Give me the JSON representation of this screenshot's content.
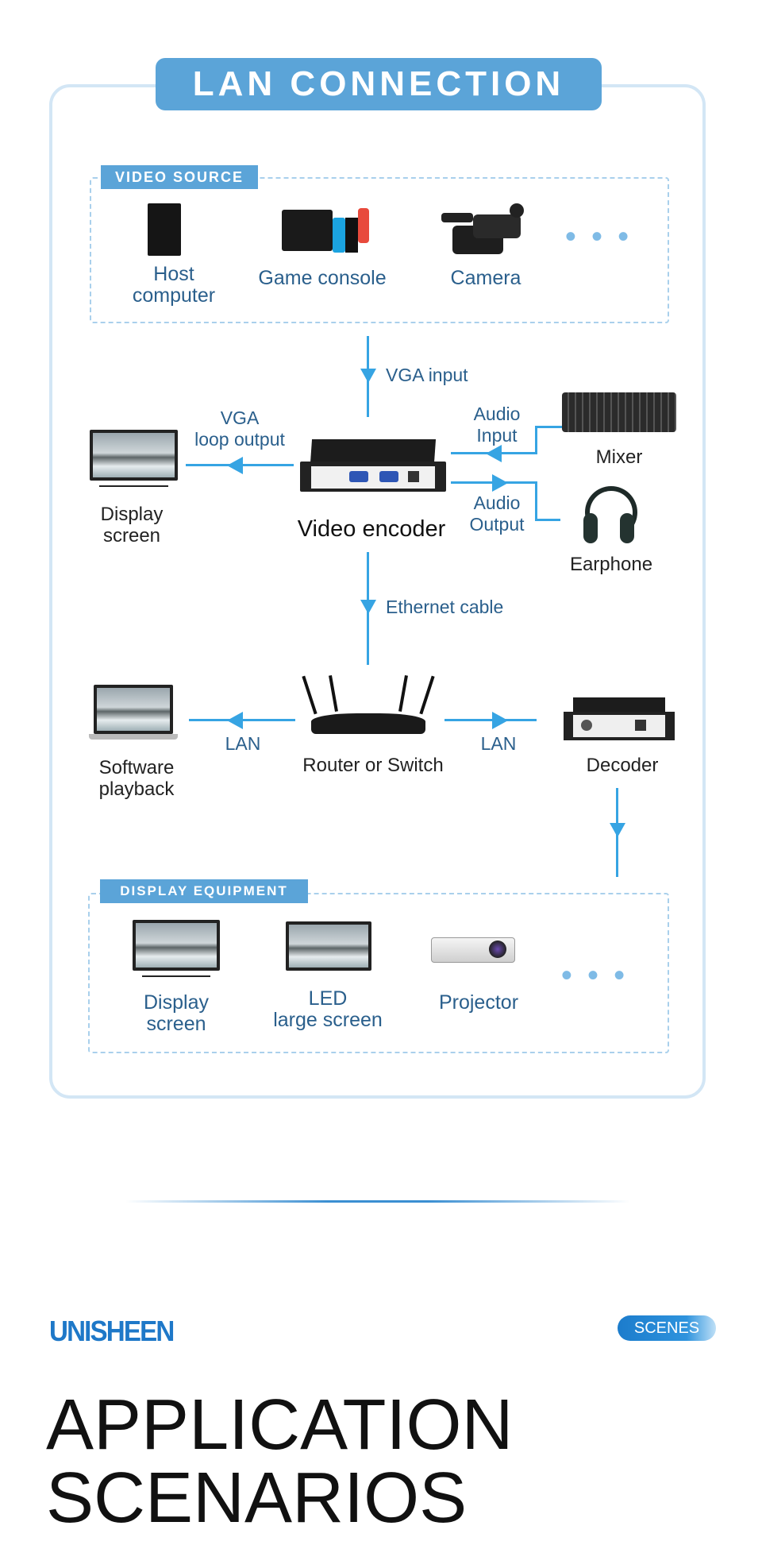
{
  "banner": {
    "title": "LAN CONNECTION"
  },
  "video_source": {
    "tag": "VIDEO SOURCE",
    "items": [
      {
        "label_1": "Host",
        "label_2": "computer"
      },
      {
        "label": "Game console"
      },
      {
        "label": "Camera"
      }
    ],
    "more": "• • •"
  },
  "flow": {
    "vga_input": "VGA input",
    "vga_loop_1": "VGA",
    "vga_loop_2": "loop output",
    "audio_input_1": "Audio",
    "audio_input_2": "Input",
    "audio_output_1": "Audio",
    "audio_output_2": "Output",
    "ethernet": "Ethernet cable",
    "lan_left": "LAN",
    "lan_right": "LAN"
  },
  "devices": {
    "display_1": "Display",
    "display_2": "screen",
    "encoder": "Video encoder",
    "mixer": "Mixer",
    "earphone": "Earphone",
    "laptop_1": "Software",
    "laptop_2": "playback",
    "router": "Router or Switch",
    "decoder": "Decoder"
  },
  "display_equipment": {
    "tag": "DISPLAY EQUIPMENT",
    "items": [
      {
        "label_1": "Display",
        "label_2": "screen"
      },
      {
        "label_1": "LED",
        "label_2": "large screen"
      },
      {
        "label": "Projector"
      }
    ],
    "more": "• • •"
  },
  "footer": {
    "logo": "UNISHEEN",
    "pill": "SCENES",
    "title_1": "APPLICATION",
    "title_2": "SCENARIOS"
  },
  "colors": {
    "accent": "#5ba4d8",
    "line": "#36a4e3",
    "label": "#2a5f8c"
  }
}
